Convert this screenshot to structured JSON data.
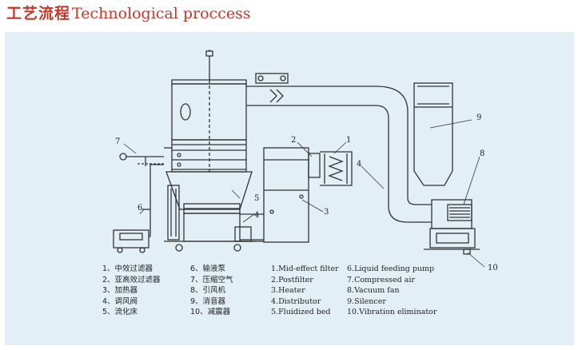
{
  "title": {
    "zh": "工艺流程",
    "en": "Technological proccess"
  },
  "callouts": [
    "1",
    "2",
    "3",
    "4",
    "4",
    "5",
    "6",
    "7",
    "8",
    "9",
    "10"
  ],
  "legend_zh_col1": [
    "1、中效过滤器",
    "2、亚高效过滤器",
    "3、加热器",
    "4、调风阀",
    "5、流化床"
  ],
  "legend_zh_col2": [
    "6、输液泵",
    "7、压缩空气",
    "8、引风机",
    "9、消音器",
    "10、减震器"
  ],
  "legend_en_col1": [
    "1.Mid-effect filter",
    "2.Postfilter",
    "3.Heater",
    "4.Distributor",
    "5.Fluidized bed"
  ],
  "legend_en_col2": [
    "6.Liquid feeding pump",
    "7.Compressed air",
    "8.Vacuum fan",
    "9.Silencer",
    "10.Vibration eliminator"
  ],
  "colors": {
    "title": "#c0392b",
    "panel": "#e3eff6",
    "line": "#333333"
  }
}
